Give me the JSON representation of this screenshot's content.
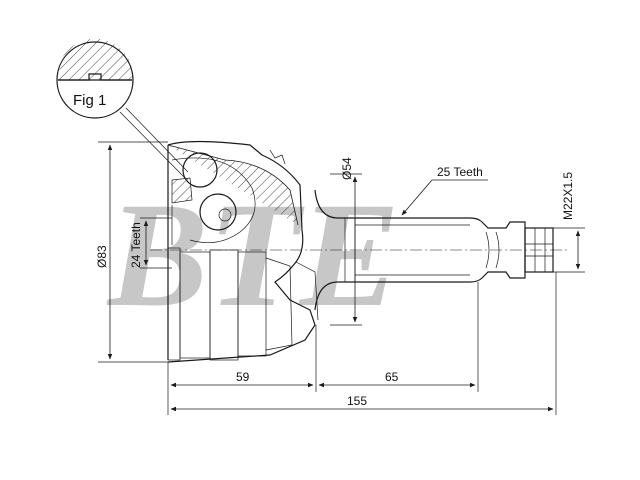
{
  "figure_label": "Fig 1",
  "watermark": "BTE",
  "dimensions": {
    "outer_diameter": "Ø83",
    "inner_spline_teeth": "24 Teeth",
    "seal_diameter": "Ø54",
    "outer_spline_teeth": "25 Teeth",
    "thread": "M22X1.5",
    "length_bell": "59",
    "length_shaft": "65",
    "length_total": "155"
  }
}
